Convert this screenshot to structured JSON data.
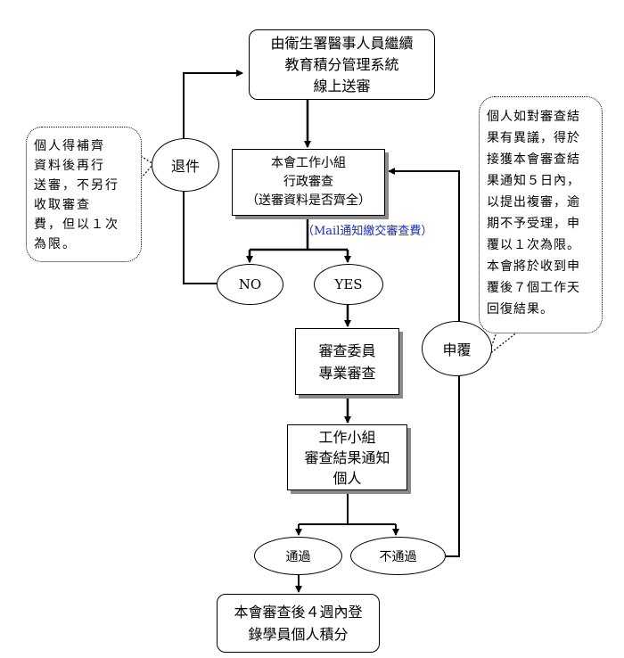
{
  "nodes": {
    "start": "由衛生署醫事人員繼續\n教育積分管理系統\n線上送審",
    "admin_review": "本會工作小組\n行政審查\n（送審資料是否齊全）",
    "expert_review": "審查委員\n專業審查",
    "notify": "工作小組\n審查結果通知\n個人",
    "register": "本會審查後４週內登\n錄學員個人積分"
  },
  "decisions": {
    "no": "NO",
    "yes": "YES",
    "return": "退件",
    "appeal": "申覆",
    "pass": "通過",
    "fail": "不通過"
  },
  "mail_note": "（Mail通知繳交審查費）",
  "callouts": {
    "left": "個人得補齊\n資料後再行\n送審，不另行\n收取審查\n費，但以１次\n為限。",
    "right": "個人如對審查結\n果有異議，得於\n接獲本會審查結\n果通知５日內，\n以提出複審，逾\n期不予受理，申\n覆以１次為限。\n本會將於收到申\n覆後７個工作天\n回復結果。"
  }
}
